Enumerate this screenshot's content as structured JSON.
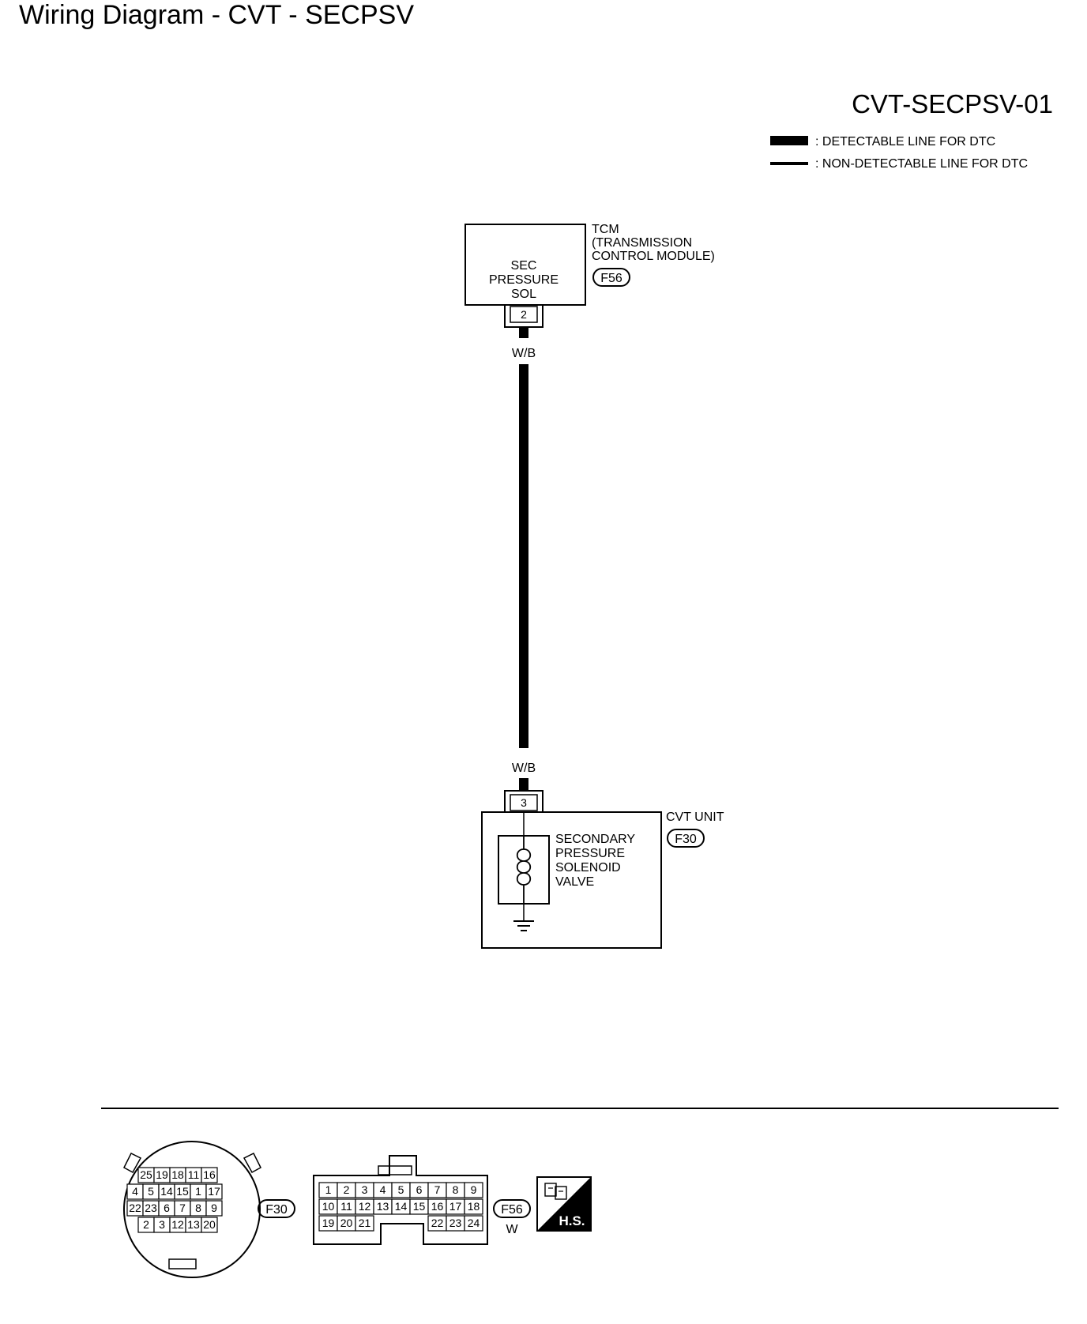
{
  "page_title": "Wiring Diagram - CVT - SECPSV",
  "diagram_code": "CVT-SECPSV-01",
  "legend": [
    {
      "text": ": DETECTABLE LINE FOR DTC"
    },
    {
      "text": ": NON-DETECTABLE LINE FOR DTC"
    }
  ],
  "tcm": {
    "name": "TCM",
    "desc_line1": "(TRANSMISSION",
    "desc_line2": "CONTROL MODULE)",
    "connector": "F56",
    "terminal_label": [
      "SEC",
      "PRESSURE",
      "SOL"
    ],
    "pin": "2"
  },
  "wire": {
    "color_top": "W/B",
    "color_bottom": "W/B"
  },
  "cvt_unit": {
    "name": "CVT UNIT",
    "connector": "F30",
    "pin": "3",
    "component_label": [
      "SECONDARY",
      "PRESSURE",
      "SOLENOID",
      "VALVE"
    ]
  },
  "connector_views": {
    "f30": {
      "id": "F30",
      "rows": [
        [
          "25",
          "19",
          "18",
          "11",
          "16"
        ],
        [
          "4",
          "5",
          "14",
          "15",
          "1",
          "17"
        ],
        [
          "22",
          "23",
          "6",
          "7",
          "8",
          "9"
        ],
        [
          "2",
          "3",
          "12",
          "13",
          "20"
        ]
      ]
    },
    "f56": {
      "id": "F56",
      "color": "W",
      "rows": [
        [
          "1",
          "2",
          "3",
          "4",
          "5",
          "6",
          "7",
          "8",
          "9"
        ],
        [
          "10",
          "11",
          "12",
          "13",
          "14",
          "15",
          "16",
          "17",
          "18"
        ],
        [
          "19",
          "20",
          "21",
          "22",
          "23",
          "24"
        ]
      ]
    },
    "hs_badge": "H.S."
  }
}
